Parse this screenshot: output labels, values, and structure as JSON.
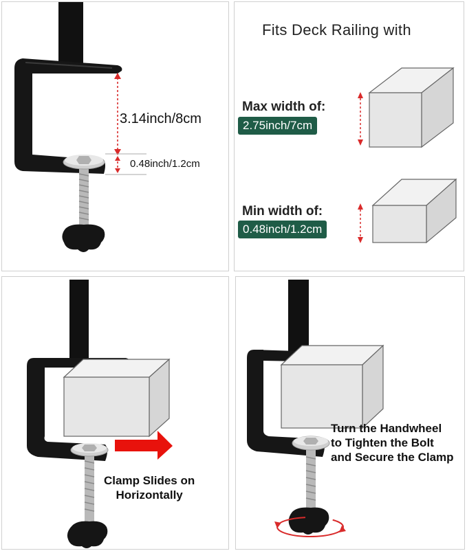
{
  "panel_clamp_dimensions": {
    "opening_height": "3.14inch/8cm",
    "screw_min": "0.48inch/1.2cm"
  },
  "panel_railing_fit": {
    "title": "Fits Deck Railing with",
    "max": {
      "label": "Max width of:",
      "value": "2.75inch/7cm"
    },
    "min": {
      "label": "Min width of:",
      "value": "0.48inch/1.2cm"
    }
  },
  "panel_slide": {
    "caption_line1": "Clamp Slides on",
    "caption_line2": "Horizontally"
  },
  "panel_tighten": {
    "caption_line1": "Turn the Handwheel",
    "caption_line2": "to Tighten the Bolt",
    "caption_line3": "and Secure the Clamp"
  },
  "colors": {
    "badge_green": "#1f5c47",
    "dimension_red": "#d92b2b",
    "arrow_red": "#e8120c",
    "clamp_black": "#111111",
    "block_gray": "#e6e6e6"
  }
}
